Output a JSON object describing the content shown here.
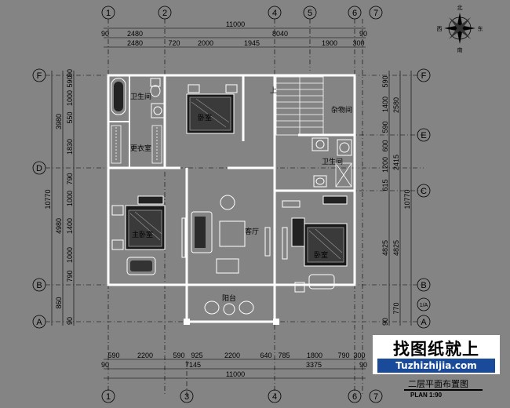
{
  "axes": {
    "columns": [
      "1",
      "2",
      "3",
      "4",
      "5",
      "6",
      "7"
    ],
    "rows": [
      "A",
      "B",
      "C",
      "D",
      "E",
      "F"
    ],
    "row_extra": "1/A"
  },
  "dims_top": {
    "total": "11000",
    "row1": [
      "90",
      "2480",
      "8040",
      "90"
    ],
    "row2": [
      "2480",
      "720",
      "2000",
      "1945",
      "1900",
      "300"
    ]
  },
  "dims_bottom": {
    "row1": [
      "590",
      "2200",
      "590",
      "925",
      "2200",
      "640",
      "785",
      "1800",
      "790",
      "300"
    ],
    "row2": [
      "90",
      "7145",
      "3375",
      "90"
    ],
    "total": "11000"
  },
  "dims_left": {
    "total": "10770",
    "outer": [
      "3980",
      "4980",
      "860"
    ],
    "inner": [
      "90",
      "590",
      "1000",
      "550",
      "1830",
      "790",
      "1000",
      "1400",
      "1000",
      "790",
      "90"
    ]
  },
  "dims_right": {
    "total": "10770",
    "outer": [
      "2580",
      "2415",
      "4825",
      "770"
    ],
    "inner": [
      "590",
      "1400",
      "590",
      "600",
      "1200",
      "615",
      "4825",
      "90"
    ]
  },
  "rooms": {
    "bath_top": "卫生间",
    "bedroom_top": "卧室",
    "storage": "杂物间",
    "closet": "更衣室",
    "bath_right": "卫生间",
    "master": "主卧室",
    "living": "客厅",
    "bedroom_right": "卧室",
    "balcony": "阳台",
    "up_label": "上"
  },
  "compass": {
    "n": "北",
    "w": "西",
    "e": "东",
    "s": "南"
  },
  "title": {
    "main": "二层平面布置图",
    "scale": "PLAN 1:90"
  },
  "watermark": {
    "main": "找图纸就上",
    "url": "Tuzhizhijia.com"
  }
}
